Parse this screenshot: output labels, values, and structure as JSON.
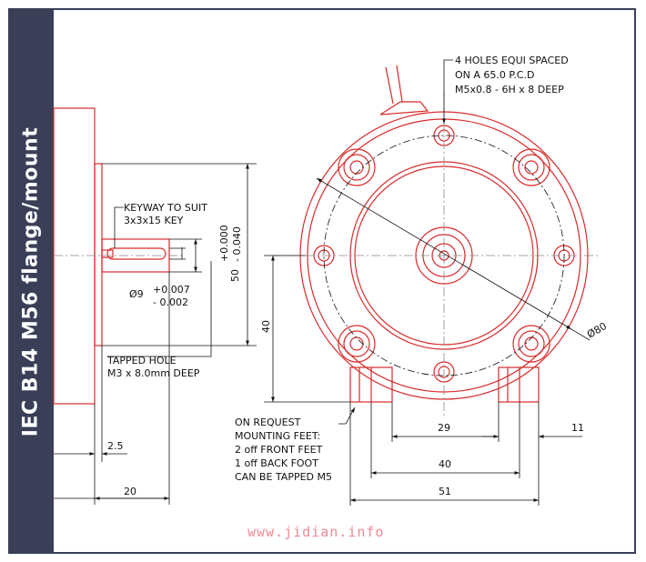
{
  "title": "IEC B14 M56 flange/mount",
  "notes": {
    "holes": [
      "4 HOLES EQUI SPACED",
      "ON A 65.0 P.C.D",
      "M5x0.8 - 6H x 8 DEEP"
    ],
    "keyway": [
      "KEYWAY TO SUIT",
      "3x3x15 KEY"
    ],
    "tapped": [
      "TAPPED HOLE",
      "M3 x 8.0mm DEEP"
    ],
    "feet": [
      "ON REQUEST",
      "MOUNTING FEET:",
      "2 off FRONT FEET",
      "1 off BACK FOOT",
      "CAN BE TAPPED M5"
    ]
  },
  "dims": {
    "shaft_dia": "Ø9",
    "shaft_tol_upper": "+0.007",
    "shaft_tol_lower": "- 0.002",
    "spigot": "50",
    "spigot_tol_upper": "+0.000",
    "spigot_tol_lower": "- 0.040",
    "height": "40",
    "flange_thk": "2.5",
    "shaft_len": "20",
    "outer_dia": "Ø80",
    "feet_29": "29",
    "feet_40": "40",
    "feet_51": "51",
    "feet_11": "11"
  },
  "watermark": "www.jidian.info",
  "colors": {
    "accent": "#d92b2b",
    "sidebar": "#3a3f57",
    "ink": "#111111"
  }
}
